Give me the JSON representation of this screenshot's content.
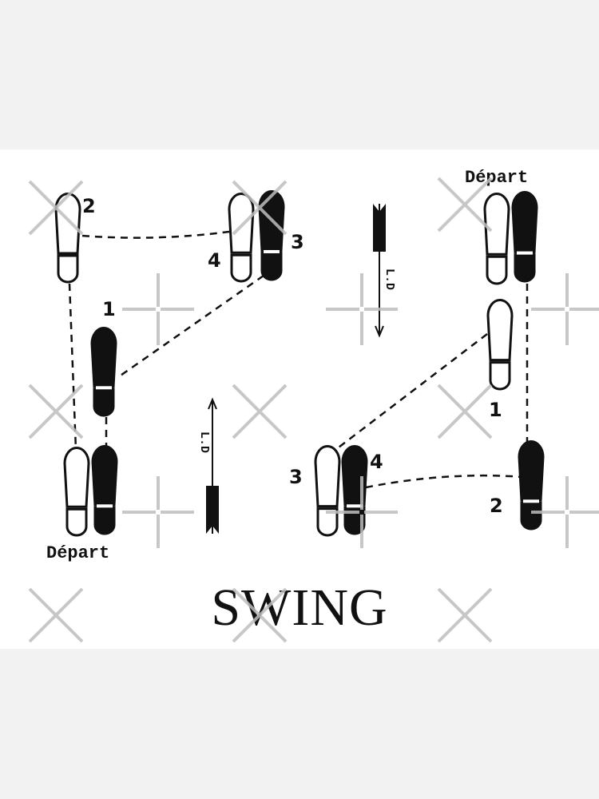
{
  "diagram": {
    "title": "SWING",
    "left": {
      "start_label": "Départ",
      "direction_label": "L.D",
      "step_labels": [
        "1",
        "2",
        "3",
        "4"
      ]
    },
    "right": {
      "start_label": "Départ",
      "direction_label": "L.D",
      "step_labels": [
        "1",
        "2",
        "3",
        "4"
      ]
    }
  }
}
